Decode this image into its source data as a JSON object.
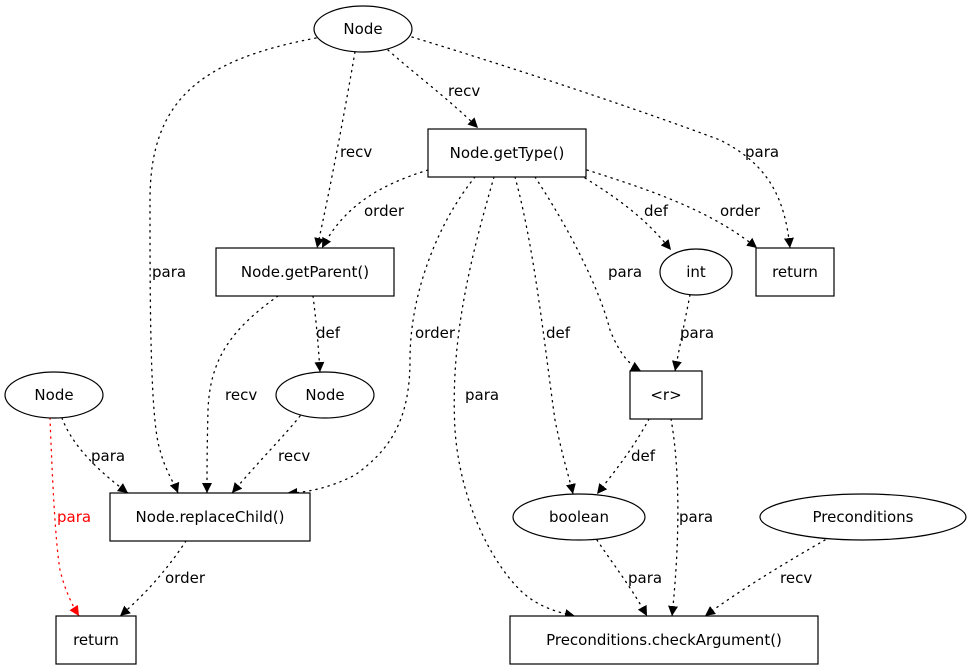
{
  "graph": {
    "nodes": [
      {
        "id": "n_node_top",
        "label": "Node",
        "shape": "ellipse"
      },
      {
        "id": "n_gettype",
        "label": "Node.getType()",
        "shape": "box"
      },
      {
        "id": "n_getparent",
        "label": "Node.getParent()",
        "shape": "box"
      },
      {
        "id": "n_int",
        "label": "int",
        "shape": "ellipse"
      },
      {
        "id": "n_return_r",
        "label": "return",
        "shape": "box"
      },
      {
        "id": "n_node_left",
        "label": "Node",
        "shape": "ellipse"
      },
      {
        "id": "n_node_mid",
        "label": "Node",
        "shape": "ellipse"
      },
      {
        "id": "n_r",
        "label": "<r>",
        "shape": "box"
      },
      {
        "id": "n_replacechild",
        "label": "Node.replaceChild()",
        "shape": "box"
      },
      {
        "id": "n_boolean",
        "label": "boolean",
        "shape": "ellipse"
      },
      {
        "id": "n_preconditions",
        "label": "Preconditions",
        "shape": "ellipse"
      },
      {
        "id": "n_return_l",
        "label": "return",
        "shape": "box"
      },
      {
        "id": "n_checkargument",
        "label": "Preconditions.checkArgument()",
        "shape": "box"
      }
    ],
    "edges": [
      {
        "from": "n_node_top",
        "to": "n_gettype",
        "label": "recv",
        "color": "#000000"
      },
      {
        "from": "n_node_top",
        "to": "n_getparent",
        "label": "recv",
        "color": "#000000"
      },
      {
        "from": "n_node_top",
        "to": "n_replacechild",
        "label": "para",
        "color": "#000000"
      },
      {
        "from": "n_node_top",
        "to": "n_return_r",
        "label": "para",
        "color": "#000000"
      },
      {
        "from": "n_gettype",
        "to": "n_getparent",
        "label": "order",
        "color": "#000000"
      },
      {
        "from": "n_gettype",
        "to": "n_int",
        "label": "def",
        "color": "#000000"
      },
      {
        "from": "n_gettype",
        "to": "n_return_r",
        "label": "order",
        "color": "#000000"
      },
      {
        "from": "n_gettype",
        "to": "n_r",
        "label": "para",
        "color": "#000000"
      },
      {
        "from": "n_gettype",
        "to": "n_replacechild",
        "label": "order",
        "color": "#000000"
      },
      {
        "from": "n_gettype",
        "to": "n_boolean",
        "label": "def",
        "color": "#000000"
      },
      {
        "from": "n_gettype",
        "to": "n_checkargument",
        "label": "para",
        "color": "#000000"
      },
      {
        "from": "n_getparent",
        "to": "n_node_mid",
        "label": "def",
        "color": "#000000"
      },
      {
        "from": "n_getparent",
        "to": "n_replacechild",
        "label": "recv",
        "color": "#000000"
      },
      {
        "from": "n_int",
        "to": "n_r",
        "label": "para",
        "color": "#000000"
      },
      {
        "from": "n_node_left",
        "to": "n_replacechild",
        "label": "para",
        "color": "#000000"
      },
      {
        "from": "n_node_left",
        "to": "n_return_l",
        "label": "para",
        "color": "#ff0000"
      },
      {
        "from": "n_node_mid",
        "to": "n_replacechild",
        "label": "recv",
        "color": "#000000"
      },
      {
        "from": "n_r",
        "to": "n_boolean",
        "label": "def",
        "color": "#000000"
      },
      {
        "from": "n_r",
        "to": "n_checkargument",
        "label": "para",
        "color": "#000000"
      },
      {
        "from": "n_replacechild",
        "to": "n_return_l",
        "label": "order",
        "color": "#000000"
      },
      {
        "from": "n_boolean",
        "to": "n_checkargument",
        "label": "para",
        "color": "#000000"
      },
      {
        "from": "n_preconditions",
        "to": "n_checkargument",
        "label": "recv",
        "color": "#000000"
      }
    ]
  }
}
